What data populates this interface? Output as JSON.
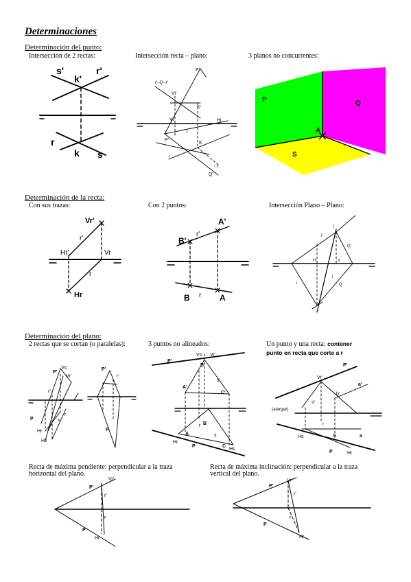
{
  "title": "Determinaciones",
  "punto": {
    "heading": "Determinación del punto:",
    "c1": "Intersección de 2 rectas:",
    "c2": "Intersección recta – plano:",
    "c3": "3 planos no concurrentes:",
    "f1": {
      "s1": "s'",
      "k1": "k'",
      "r1": "r'",
      "r": "r",
      "k": "k",
      "s": "s"
    },
    "f2": {
      "P1": "P'",
      "lab": "r'–Q'–r'",
      "v1": "Vi'",
      "k1": "K'",
      "hi": "Hi",
      "v": "Vi",
      "i": "i",
      "P": "P'",
      "k": "K",
      "i2": "i",
      "ii": "I II",
      "q": "Q'"
    },
    "f3": {
      "P": "P",
      "Q": "Q",
      "A": "A",
      "S": "S"
    }
  },
  "recta": {
    "heading": "Determinación de la recta:",
    "c1": "Con sus trazas:",
    "c2": "Con 2 puntos:",
    "c3": "Intersección Plano – Plano:",
    "f1": {
      "vr1": "Vr'",
      "r1": "r'",
      "hr1": "Hr'",
      "vr": "Vr",
      "r": "r",
      "hr": "Hr"
    },
    "f2": {
      "a1": "A'",
      "b1": "B'",
      "r1": "r'",
      "b": "B",
      "r": "r",
      "a": "A"
    },
    "f3": {
      "l1": "i'",
      "l2": "i'",
      "l3": "Q'",
      "l4": "H",
      "l5": "V",
      "l6": "i",
      "l7": "i",
      "l8": "Q"
    }
  },
  "plano": {
    "heading": "Determinación del plano:",
    "c1": "2 rectas que se cortan (o paralelas):",
    "c2": "3 puntos no alineados:",
    "c3": "Un punto y una recta:",
    "c3b": "contener",
    "c3c": "punto en recta que corte a r",
    "f1": {
      "p1": "P'",
      "vs": "Vs'",
      "vr": "Vr'",
      "r1": "r'",
      "p": "P",
      "hr": "Hr",
      "hs": "Hs",
      "s": "s",
      "r": "r",
      "p2": "P'",
      "r2": "r'",
      "p3": "P"
    },
    "f2": {
      "p1": "P'",
      "vs": "Vs'",
      "vr": "Vr'",
      "b1": "B'",
      "a1": "A'",
      "s1": "s'",
      "c1": "C'",
      "r": "r",
      "b": "B",
      "a": "A",
      "hr": "Hr",
      "p": "P",
      "s": "s",
      "c": "C",
      "hs": "Hs"
    },
    "f3": {
      "p1": "P'",
      "vr": "Vr'",
      "b1": "b'",
      "a1": "a'",
      "s1": "s'",
      "alargar": "(alargar)",
      "hs": "Hs",
      "b": "b",
      "a": "a",
      "p": "P",
      "hr": "Hr",
      "r": "r"
    }
  },
  "pendiente": {
    "c1": "Recta de máxima pendiente: perpendicular a la traza",
    "c1b": "horizontal del plano.",
    "c2": "Recta de máxima inclinación: perpendicular a la traza",
    "c2b": "vertical del plano.",
    "f1": {
      "vr": "Vr'",
      "p1": "P'",
      "r1": "r'",
      "r": "r",
      "p": "P",
      "hr": "Hr"
    },
    "f2": {
      "p1": "P'",
      "vr": "Vr'",
      "r1": "r'",
      "r": "r",
      "p": "P",
      "hr": "Hr"
    }
  }
}
